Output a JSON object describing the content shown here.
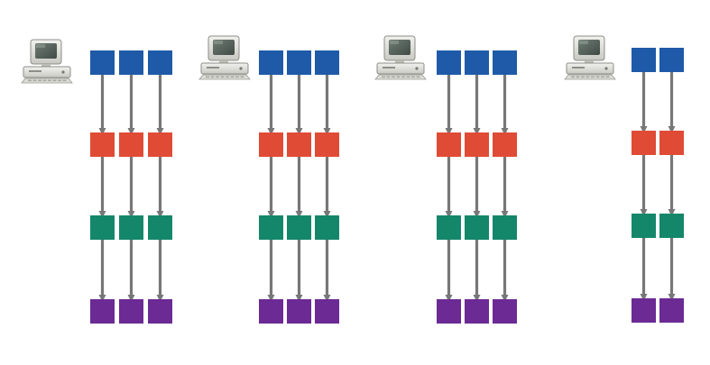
{
  "colors": {
    "stage_1": "#1f5aa8",
    "stage_2": "#e04b35",
    "stage_3": "#14876a",
    "stage_4": "#6b2a94",
    "arrow": "#777777"
  },
  "icon": "desktop-computer-icon",
  "stage_color_order": [
    "stage_1",
    "stage_2",
    "stage_3",
    "stage_4"
  ],
  "machines": [
    {
      "lanes": 3
    },
    {
      "lanes": 3
    },
    {
      "lanes": 3
    },
    {
      "lanes": 2
    }
  ]
}
